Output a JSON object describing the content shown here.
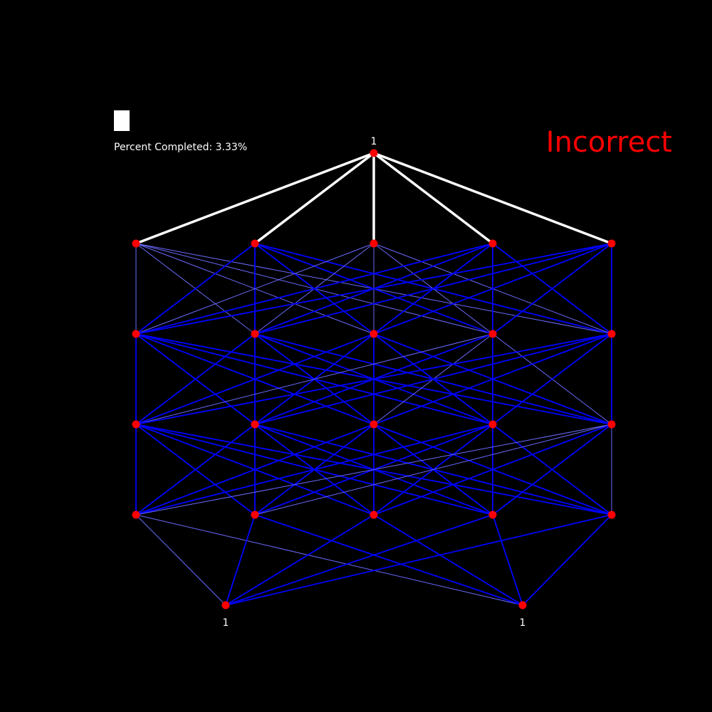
{
  "progress": {
    "fraction": 0.0333,
    "label": "Percent Completed: 3.33%"
  },
  "result": {
    "label": "Incorrect",
    "color": "#ff0000"
  },
  "colors": {
    "background": "#000000",
    "node": "#ff0000",
    "selected_edge": "#ffffff",
    "edge_dark": "#0000ff",
    "edge_light": "#6a6aff"
  },
  "graph": {
    "rows": [
      1,
      5,
      5,
      5,
      5,
      2
    ],
    "node_labels": [
      {
        "node": "0-0",
        "text": "1"
      },
      {
        "node": "5-0",
        "text": "1"
      },
      {
        "node": "5-1",
        "text": "1"
      }
    ],
    "selected_edges": [
      [
        "0-0",
        "1-0"
      ],
      [
        "0-0",
        "1-1"
      ],
      [
        "0-0",
        "1-2"
      ],
      [
        "0-0",
        "1-3"
      ],
      [
        "0-0",
        "1-4"
      ]
    ],
    "edges": [
      [
        "1-0",
        "2-0",
        "l"
      ],
      [
        "1-0",
        "2-2",
        "l"
      ],
      [
        "1-0",
        "2-3",
        "l"
      ],
      [
        "1-0",
        "2-4",
        "l"
      ],
      [
        "1-0",
        "2-1",
        "l"
      ],
      [
        "1-1",
        "2-0",
        "d"
      ],
      [
        "1-1",
        "2-1",
        "d"
      ],
      [
        "1-1",
        "2-2",
        "d"
      ],
      [
        "1-1",
        "2-3",
        "d"
      ],
      [
        "1-1",
        "2-4",
        "d"
      ],
      [
        "1-2",
        "2-0",
        "l"
      ],
      [
        "1-2",
        "2-1",
        "l"
      ],
      [
        "1-2",
        "2-2",
        "l"
      ],
      [
        "1-2",
        "2-3",
        "l"
      ],
      [
        "1-2",
        "2-4",
        "l"
      ],
      [
        "1-3",
        "2-0",
        "d"
      ],
      [
        "1-3",
        "2-1",
        "d"
      ],
      [
        "1-3",
        "2-2",
        "d"
      ],
      [
        "1-3",
        "2-3",
        "d"
      ],
      [
        "1-3",
        "2-4",
        "d"
      ],
      [
        "1-4",
        "2-0",
        "d"
      ],
      [
        "1-4",
        "2-1",
        "d"
      ],
      [
        "1-4",
        "2-2",
        "d"
      ],
      [
        "1-4",
        "2-3",
        "d"
      ],
      [
        "1-4",
        "2-4",
        "d"
      ],
      [
        "2-0",
        "3-0",
        "d"
      ],
      [
        "2-0",
        "3-1",
        "d"
      ],
      [
        "2-0",
        "3-2",
        "d"
      ],
      [
        "2-0",
        "3-3",
        "d"
      ],
      [
        "2-0",
        "3-4",
        "d"
      ],
      [
        "2-1",
        "3-0",
        "d"
      ],
      [
        "2-1",
        "3-1",
        "d"
      ],
      [
        "2-1",
        "3-2",
        "d"
      ],
      [
        "2-1",
        "3-3",
        "d"
      ],
      [
        "2-1",
        "3-4",
        "d"
      ],
      [
        "2-2",
        "3-0",
        "d"
      ],
      [
        "2-2",
        "3-1",
        "d"
      ],
      [
        "2-2",
        "3-2",
        "d"
      ],
      [
        "2-2",
        "3-3",
        "d"
      ],
      [
        "2-2",
        "3-4",
        "d"
      ],
      [
        "2-3",
        "3-0",
        "l"
      ],
      [
        "2-3",
        "3-1",
        "d"
      ],
      [
        "2-3",
        "3-2",
        "l"
      ],
      [
        "2-3",
        "3-3",
        "d"
      ],
      [
        "2-3",
        "3-4",
        "l"
      ],
      [
        "2-4",
        "3-0",
        "d"
      ],
      [
        "2-4",
        "3-1",
        "d"
      ],
      [
        "2-4",
        "3-2",
        "d"
      ],
      [
        "2-4",
        "3-3",
        "d"
      ],
      [
        "2-4",
        "3-4",
        "d"
      ],
      [
        "3-0",
        "4-0",
        "d"
      ],
      [
        "3-0",
        "4-1",
        "d"
      ],
      [
        "3-0",
        "4-2",
        "d"
      ],
      [
        "3-0",
        "4-3",
        "d"
      ],
      [
        "3-0",
        "4-4",
        "d"
      ],
      [
        "3-1",
        "4-0",
        "d"
      ],
      [
        "3-1",
        "4-1",
        "d"
      ],
      [
        "3-1",
        "4-2",
        "d"
      ],
      [
        "3-1",
        "4-3",
        "d"
      ],
      [
        "3-1",
        "4-4",
        "d"
      ],
      [
        "3-2",
        "4-0",
        "d"
      ],
      [
        "3-2",
        "4-1",
        "d"
      ],
      [
        "3-2",
        "4-2",
        "d"
      ],
      [
        "3-2",
        "4-3",
        "d"
      ],
      [
        "3-2",
        "4-4",
        "d"
      ],
      [
        "3-3",
        "4-0",
        "d"
      ],
      [
        "3-3",
        "4-1",
        "d"
      ],
      [
        "3-3",
        "4-2",
        "d"
      ],
      [
        "3-3",
        "4-3",
        "d"
      ],
      [
        "3-3",
        "4-4",
        "d"
      ],
      [
        "3-4",
        "4-0",
        "l"
      ],
      [
        "3-4",
        "4-1",
        "l"
      ],
      [
        "3-4",
        "4-2",
        "d"
      ],
      [
        "3-4",
        "4-3",
        "d"
      ],
      [
        "3-4",
        "4-4",
        "l"
      ],
      [
        "4-0",
        "5-0",
        "l"
      ],
      [
        "4-0",
        "5-1",
        "l"
      ],
      [
        "4-1",
        "5-0",
        "d"
      ],
      [
        "4-1",
        "5-1",
        "d"
      ],
      [
        "4-2",
        "5-0",
        "d"
      ],
      [
        "4-2",
        "5-1",
        "d"
      ],
      [
        "4-3",
        "5-0",
        "d"
      ],
      [
        "4-3",
        "5-1",
        "d"
      ],
      [
        "4-4",
        "5-0",
        "d"
      ],
      [
        "4-4",
        "5-1",
        "d"
      ]
    ]
  }
}
